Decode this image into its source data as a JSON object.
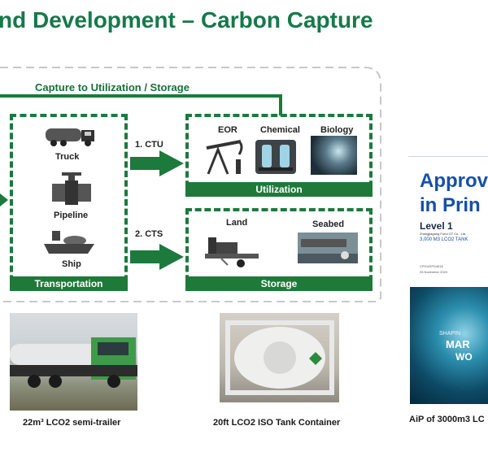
{
  "title": "nd Development – Carbon Capture",
  "diagram": {
    "top_flow_label": "Capture to Utilization / Storage",
    "transportation": {
      "items": [
        "Truck",
        "Pipeline",
        "Ship"
      ],
      "label": "Transportation"
    },
    "routes": [
      "1. CTU",
      "2. CTS"
    ],
    "utilization": {
      "items": [
        "EOR",
        "Chemical",
        "Biology"
      ],
      "label": "Utilization"
    },
    "storage": {
      "items": [
        "Land",
        "Seabed"
      ],
      "label": "Storage"
    }
  },
  "photos": [
    {
      "caption": "22m³ LCO2 semi-trailer"
    },
    {
      "caption": "20ft LCO2 ISO Tank Container"
    },
    {
      "caption": "AiP of 3000m3 LC"
    }
  ],
  "document": {
    "heading_line1": "Approv",
    "heading_line2": "in Prin",
    "level": "Level 1",
    "company": "Zhangjiagang Furui OT Co., Ltd.",
    "subject": "3,000 M3 LCO2 TANK",
    "ref": "CPGUDFD4618",
    "date": "25 November 2024",
    "cover_text1": "SHAPIN",
    "cover_text2": "MAR",
    "cover_text3": "WO"
  },
  "colors": {
    "brand_green": "#1b7a3c",
    "title_green": "#16794a",
    "doc_blue": "#1650a8"
  }
}
